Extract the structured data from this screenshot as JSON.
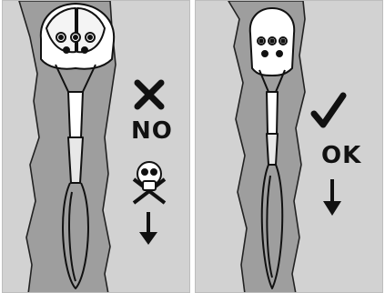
{
  "panels": [
    {
      "id": "placement-wrong",
      "verdict_label": "NO",
      "symbols": [
        "cross-icon",
        "skull-and-crossbones-icon",
        "arrow-down-icon"
      ]
    },
    {
      "id": "placement-correct",
      "verdict_label": "OK",
      "symbols": [
        "checkmark-icon",
        "arrow-down-icon"
      ]
    }
  ],
  "colors": {
    "background": "#d2d2d2",
    "crack": "#9e9e9e",
    "ink": "#111111",
    "device": "#ffffff"
  }
}
